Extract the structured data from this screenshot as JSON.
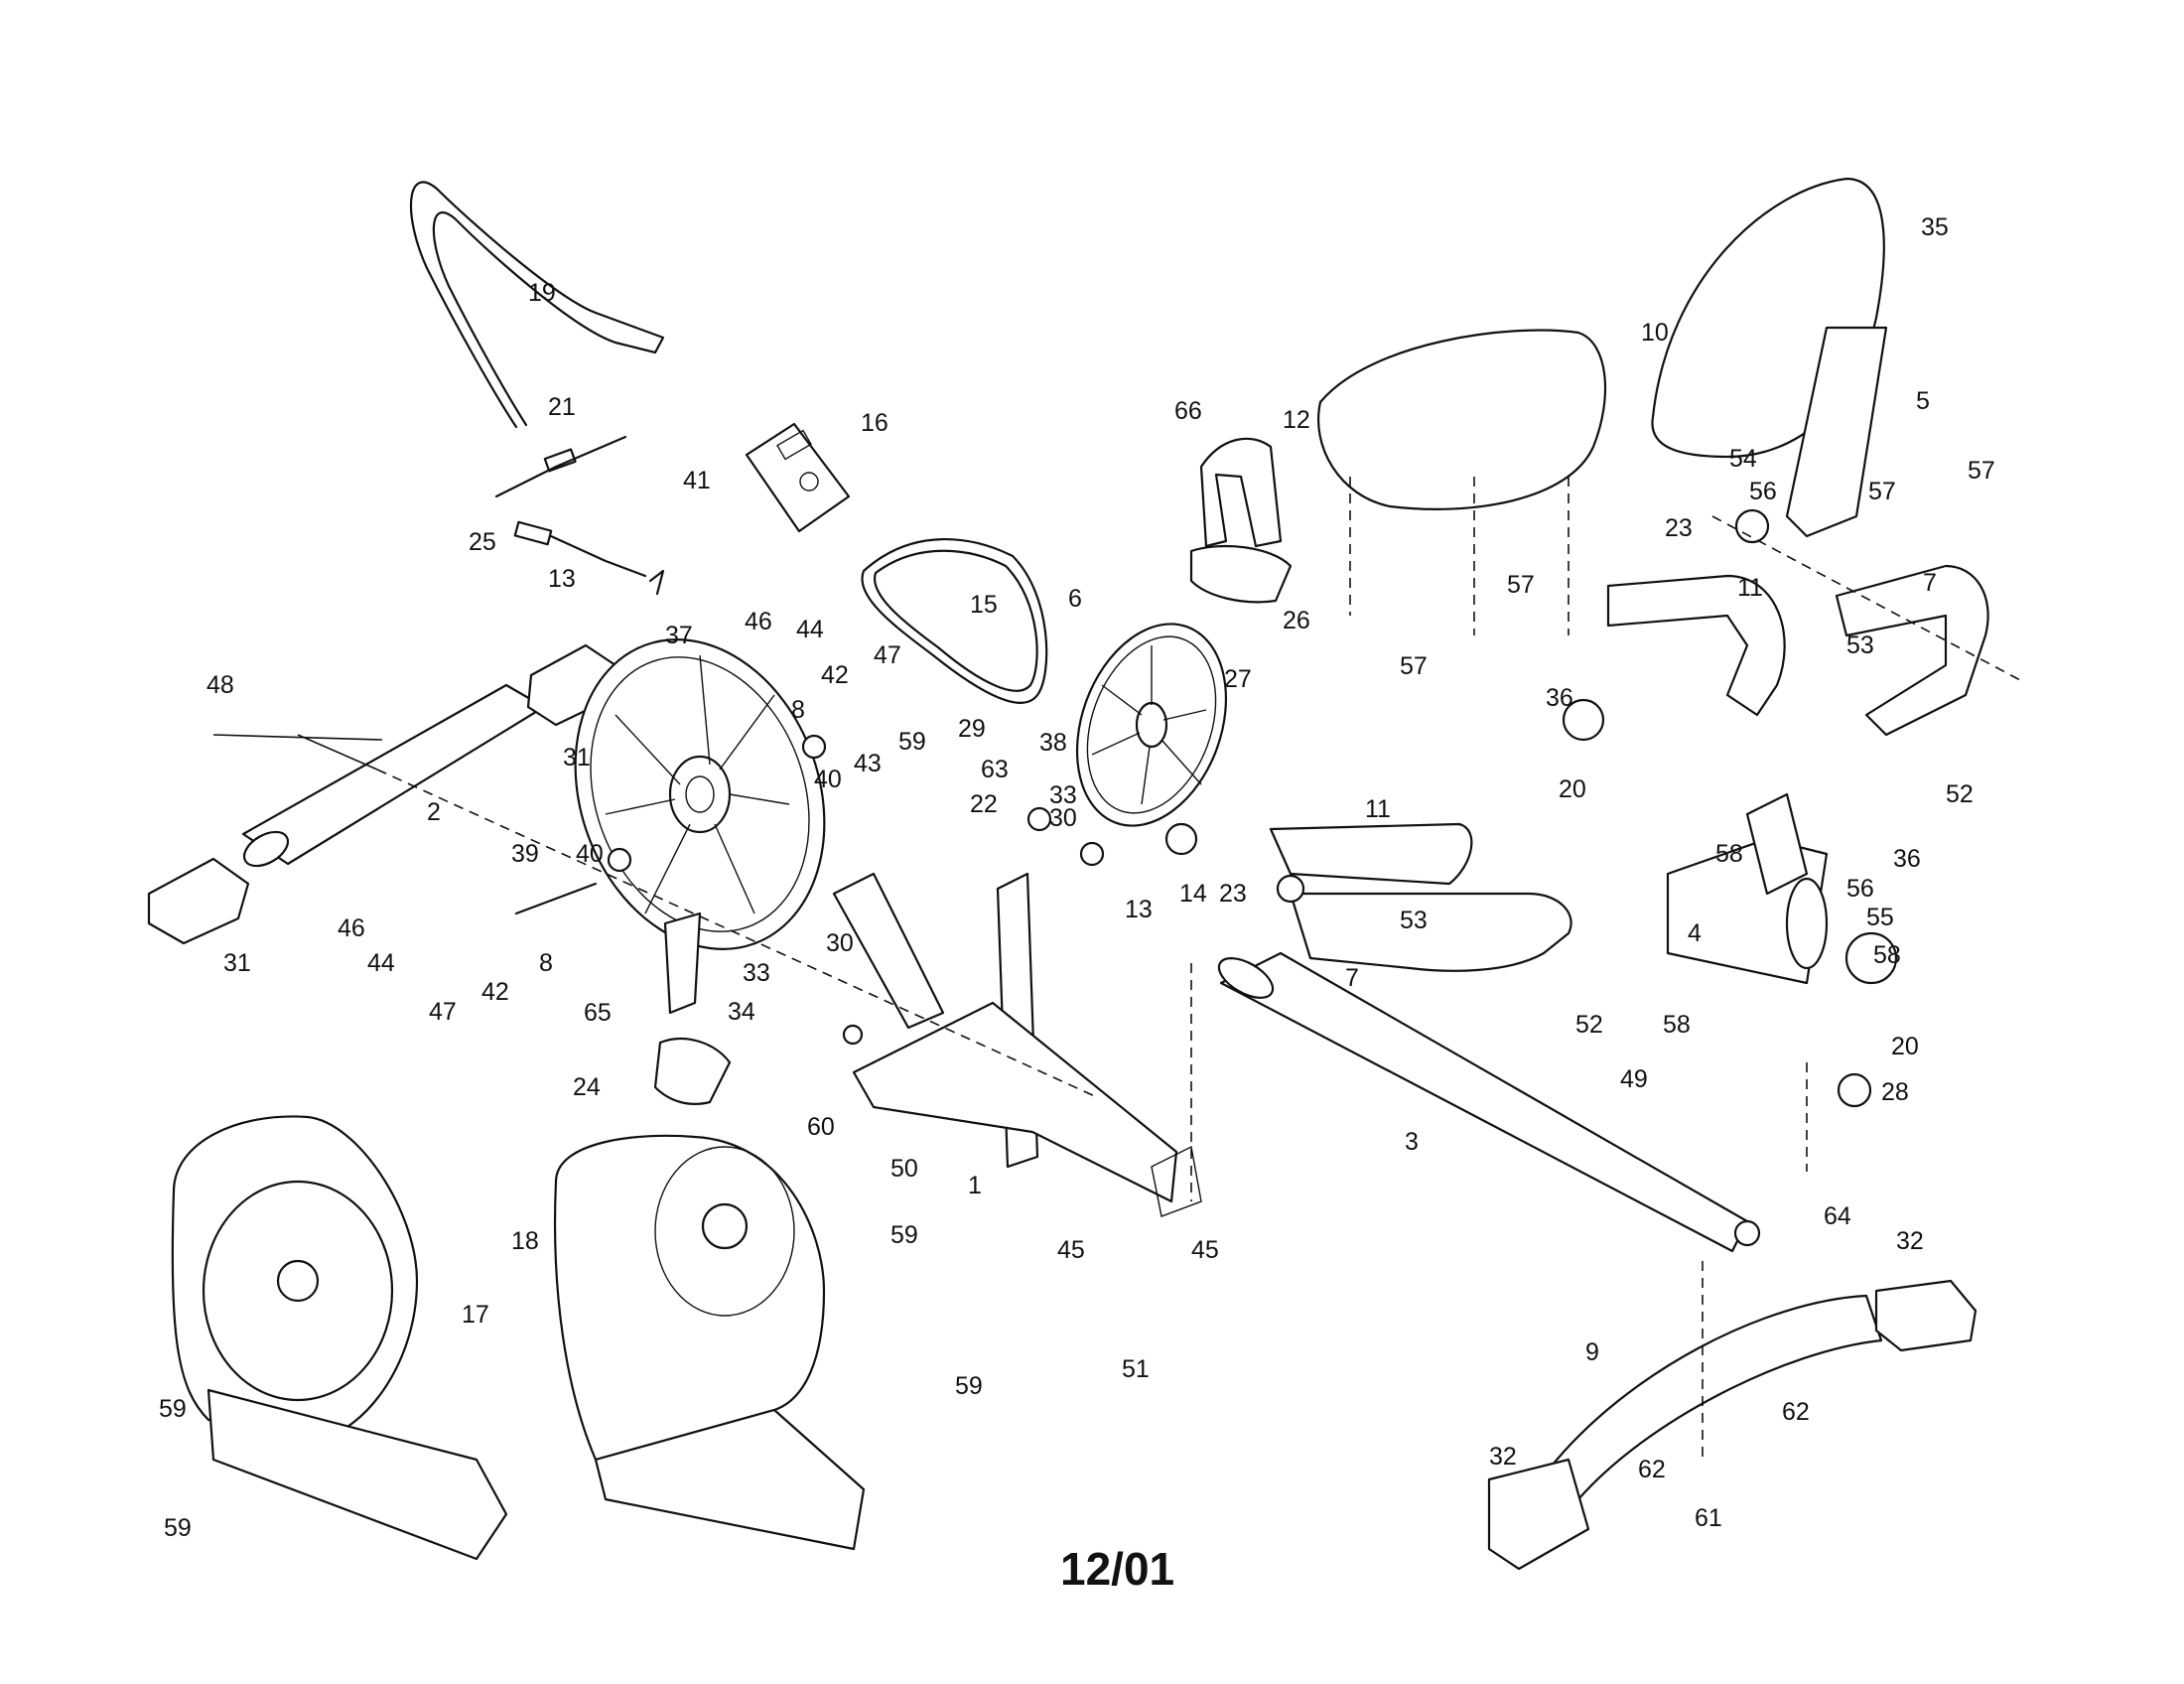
{
  "diagram": {
    "date_code": "12/01",
    "callouts": {
      "c1": "1",
      "c2": "2",
      "c3": "3",
      "c4": "4",
      "c5": "5",
      "c6": "6",
      "c7a": "7",
      "c7b": "7",
      "c8a": "8",
      "c8b": "8",
      "c9": "9",
      "c10": "10",
      "c11a": "11",
      "c11b": "11",
      "c12": "12",
      "c13a": "13",
      "c13b": "13",
      "c14": "14",
      "c15": "15",
      "c16": "16",
      "c17": "17",
      "c18": "18",
      "c19": "19",
      "c20a": "20",
      "c20b": "20",
      "c21": "21",
      "c22": "22",
      "c23a": "23",
      "c23b": "23",
      "c24": "24",
      "c25": "25",
      "c26": "26",
      "c27": "27",
      "c28": "28",
      "c29": "29",
      "c30a": "30",
      "c30b": "30",
      "c31a": "31",
      "c31b": "31",
      "c32a": "32",
      "c32b": "32",
      "c33a": "33",
      "c33b": "33",
      "c34": "34",
      "c35": "35",
      "c36a": "36",
      "c36b": "36",
      "c37": "37",
      "c38": "38",
      "c39": "39",
      "c40a": "40",
      "c40b": "40",
      "c41": "41",
      "c42a": "42",
      "c42b": "42",
      "c43": "43",
      "c44a": "44",
      "c44b": "44",
      "c45a": "45",
      "c45b": "45",
      "c46a": "46",
      "c46b": "46",
      "c47a": "47",
      "c47b": "47",
      "c48": "48",
      "c49": "49",
      "c50": "50",
      "c51": "51",
      "c52a": "52",
      "c52b": "52",
      "c53a": "53",
      "c53b": "53",
      "c54": "54",
      "c55": "55",
      "c56a": "56",
      "c56b": "56",
      "c57a": "57",
      "c57b": "57",
      "c57c": "57",
      "c57d": "57",
      "c58a": "58",
      "c58b": "58",
      "c58c": "58",
      "c59a": "59",
      "c59b": "59",
      "c59c": "59",
      "c59d": "59",
      "c59e": "59",
      "c60": "60",
      "c61": "61",
      "c62a": "62",
      "c62b": "62",
      "c63": "63",
      "c64": "64",
      "c65": "65",
      "c66": "66"
    }
  }
}
